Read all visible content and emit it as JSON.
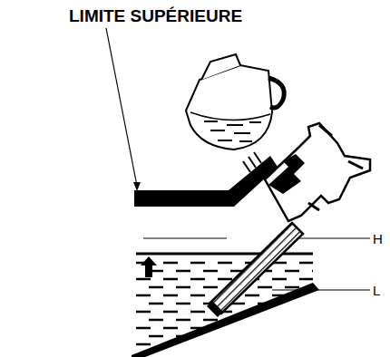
{
  "diagram": {
    "labels": [
      "LIMITE SUPÉRIEURE",
      "H",
      "L"
    ]
  }
}
